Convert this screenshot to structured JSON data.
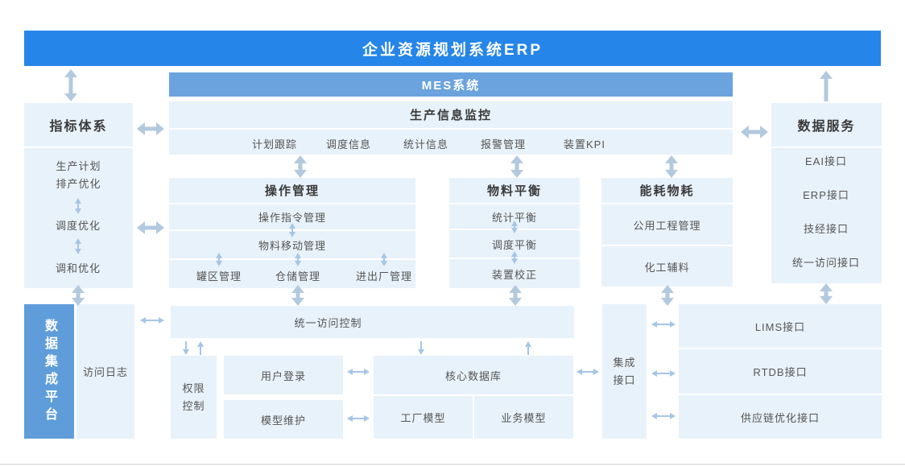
{
  "banner": {
    "erp_title": "企业资源规划系统ERP"
  },
  "mes": {
    "title": "MES系统"
  },
  "monitor": {
    "title": "生产信息监控",
    "items": [
      "计划跟踪",
      "调度信息",
      "统计信息",
      "报警管理",
      "装置KPI"
    ]
  },
  "indicator": {
    "title": "指标体系",
    "item1_line1": "生产计划",
    "item1_line2": "排产优化",
    "item2": "调度优化",
    "item3": "调和优化"
  },
  "platform": {
    "title": "数据集成平台",
    "access_log": "访问日志"
  },
  "operation": {
    "title": "操作管理",
    "row1": "操作指令管理",
    "row2": "物料移动管理",
    "row3": [
      "罐区管理",
      "仓储管理",
      "进出厂管理"
    ]
  },
  "material": {
    "title": "物料平衡",
    "rows": [
      "统计平衡",
      "调度平衡",
      "装置校正"
    ]
  },
  "energy": {
    "title": "能耗物耗",
    "rows": [
      "公用工程管理",
      "化工辅料"
    ]
  },
  "service": {
    "title": "数据服务",
    "items": [
      "EAI接口",
      "ERP接口",
      "技经接口",
      "统一访问接口"
    ]
  },
  "bottom": {
    "access_control": "统一访问控制",
    "permission_line1": "权限",
    "permission_line2": "控制",
    "user_login": "用户登录",
    "model_maintain": "模型维护",
    "core_db": "核心数据库",
    "factory_model": "工厂模型",
    "business_model": "业务模型",
    "integration_line1": "集成",
    "integration_line2": "接口",
    "interfaces": [
      "LIMS接口",
      "RTDB接口",
      "供应链优化接口"
    ]
  },
  "colors": {
    "erp_banner": "#2585e9",
    "mes_bar": "#6aa3dd",
    "platform_box": "#5f9dda",
    "light_box": "#e8f2fb",
    "arrow_thick": "#b3c9de",
    "arrow_thin": "#a5c6e6"
  }
}
